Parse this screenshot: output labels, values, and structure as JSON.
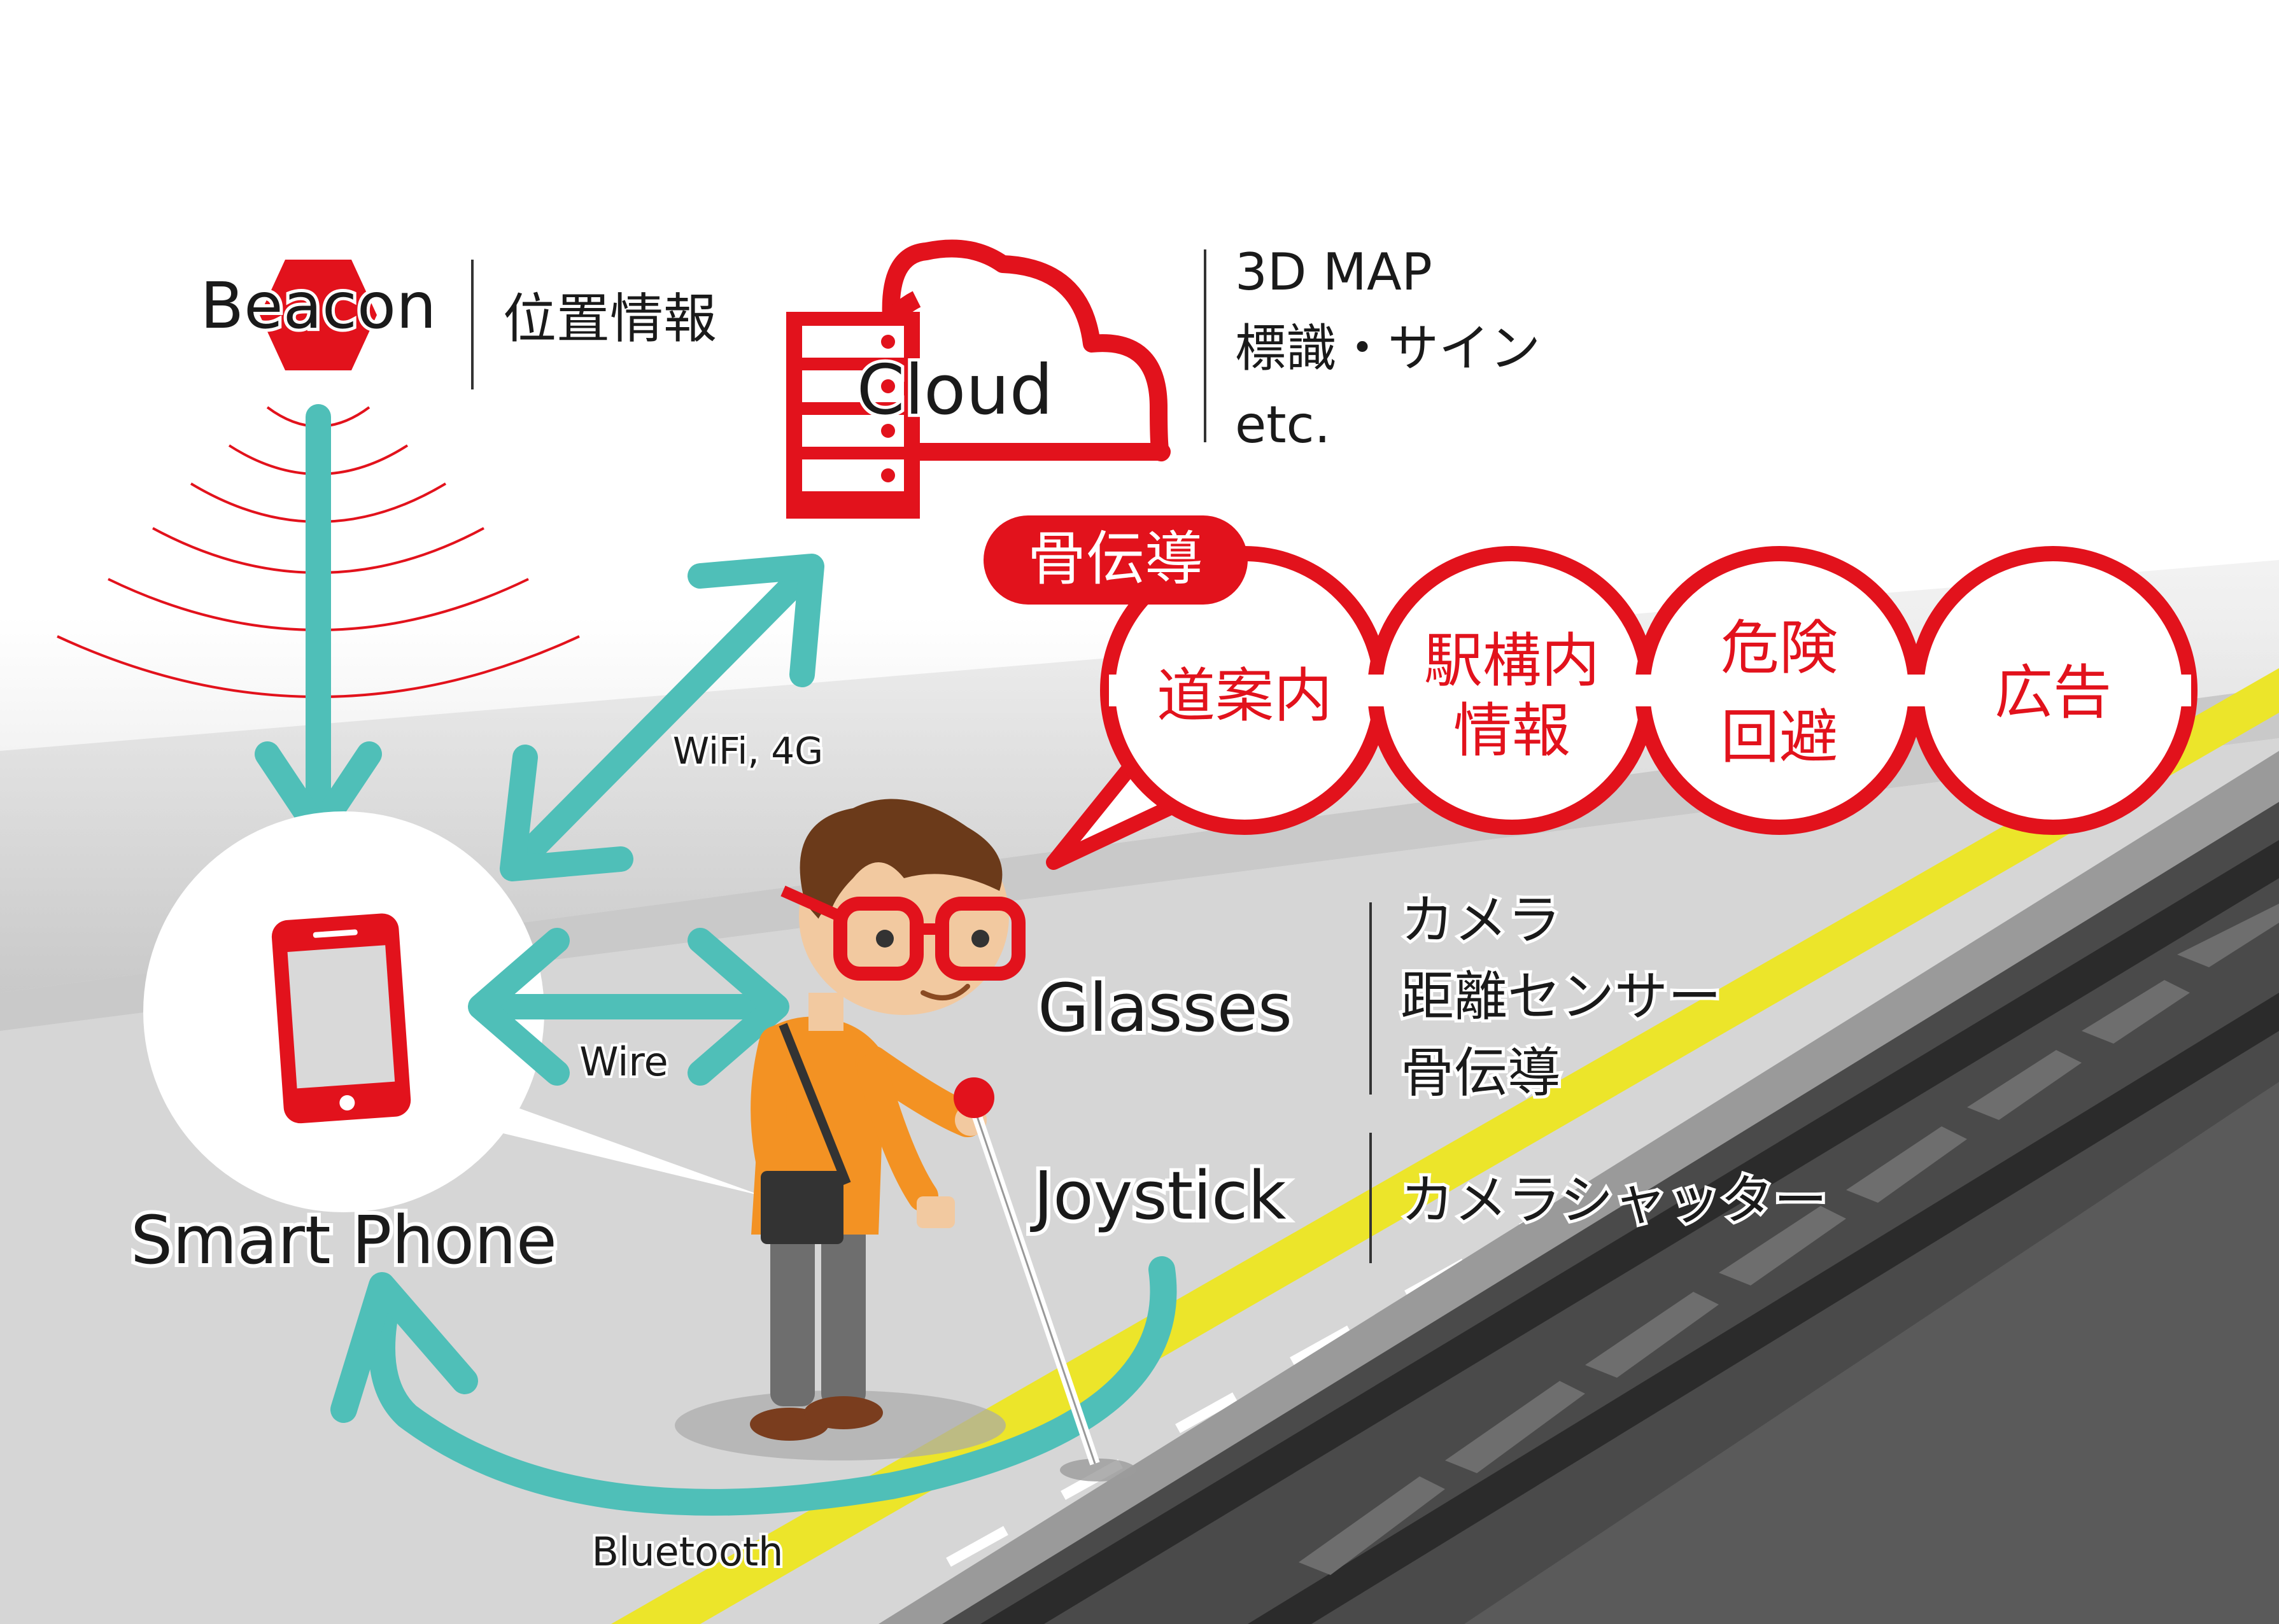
{
  "beacon": {
    "label": "Beacon",
    "info": "位置情報"
  },
  "cloud": {
    "label": "Cloud",
    "info_lines": [
      "3D MAP",
      "標識・サイン",
      "etc."
    ]
  },
  "connections": {
    "wifi": "WiFi, 4G",
    "wire": "Wire",
    "bluetooth": "Bluetooth"
  },
  "smartphone": {
    "label": "Smart Phone"
  },
  "bone_conduction": {
    "title": "骨伝導",
    "bubbles": [
      {
        "lines": [
          "道案内"
        ]
      },
      {
        "lines": [
          "駅構内",
          "情報"
        ]
      },
      {
        "lines": [
          "危険",
          "回避"
        ]
      },
      {
        "lines": [
          "広告"
        ]
      }
    ]
  },
  "glasses": {
    "label": "Glasses",
    "features": [
      "カメラ",
      "距離センサー",
      "骨伝導"
    ]
  },
  "joystick": {
    "label": "Joystick",
    "features": [
      "カメラシャッター"
    ]
  },
  "colors": {
    "red": "#e2121c",
    "teal": "#4fbfb8",
    "yellow": "#ece52a",
    "track": "#2b2b2b"
  }
}
